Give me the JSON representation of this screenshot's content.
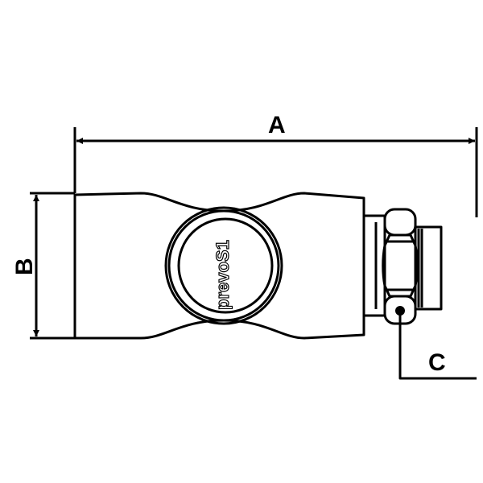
{
  "dimensions": {
    "a_label": "A",
    "b_label": "B",
    "c_label": "C"
  },
  "logo": {
    "text": "prevoS1"
  },
  "colors": {
    "line": "#000000",
    "background": "#ffffff"
  }
}
